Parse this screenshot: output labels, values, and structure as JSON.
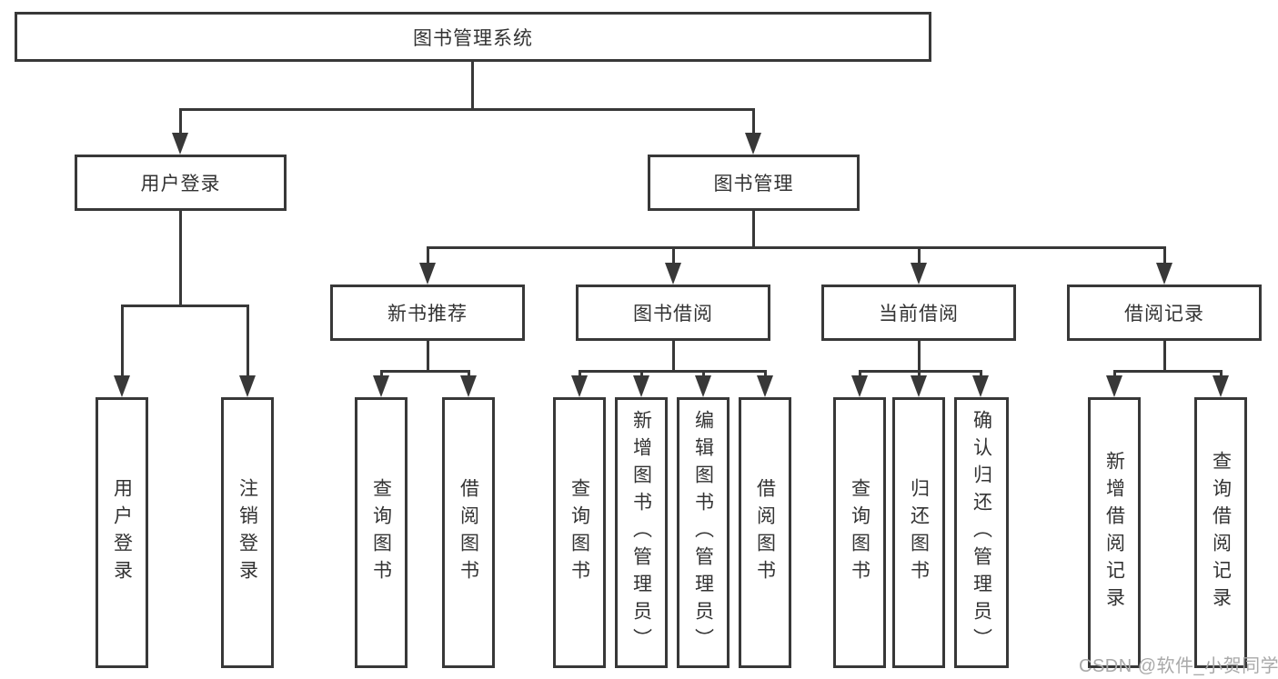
{
  "diagram": {
    "root": {
      "label": "图书管理系统"
    },
    "level2": [
      {
        "label": "用户登录"
      },
      {
        "label": "图书管理"
      }
    ],
    "level3": [
      {
        "label": "新书推荐"
      },
      {
        "label": "图书借阅"
      },
      {
        "label": "当前借阅"
      },
      {
        "label": "借阅记录"
      }
    ],
    "leaves": {
      "user_login": [
        "用户登录",
        "注销登录"
      ],
      "new_book_recommend": [
        "查询图书",
        "借阅图书"
      ],
      "book_borrow": [
        "查询图书",
        "新增图书（管理员）",
        "编辑图书（管理员）",
        "借阅图书"
      ],
      "current_borrow": [
        "查询图书",
        "归还图书",
        "确认归还（管理员）"
      ],
      "borrow_record": [
        "新增借阅记录",
        "查询借阅记录"
      ]
    }
  },
  "watermark": "CSDN @软件_小贺同学",
  "colors": {
    "line": "#383838",
    "text": "#333333",
    "watermark": "#a9a9a9",
    "background": "#ffffff"
  }
}
